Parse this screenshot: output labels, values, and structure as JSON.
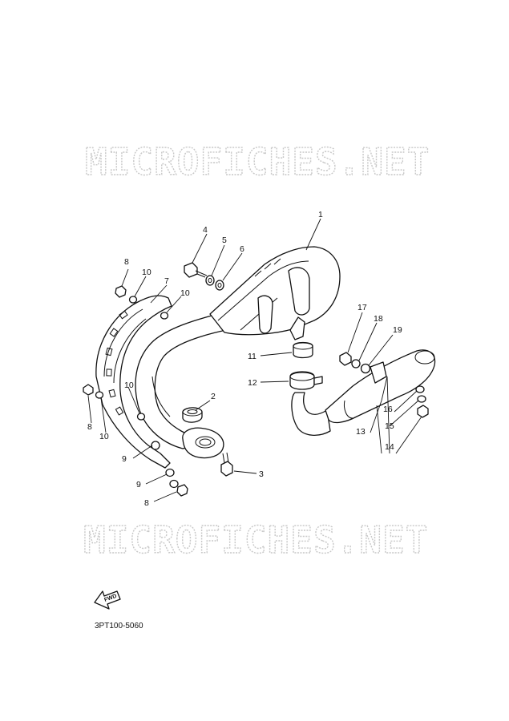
{
  "watermark": {
    "text": "MICROFICHES.NET"
  },
  "diagram_code": "3PT100-5060",
  "fwd_label": "FWD",
  "callouts": [
    {
      "id": "c1",
      "label": "1"
    },
    {
      "id": "c2",
      "label": "2"
    },
    {
      "id": "c3",
      "label": "3"
    },
    {
      "id": "c4",
      "label": "4"
    },
    {
      "id": "c5",
      "label": "5"
    },
    {
      "id": "c6",
      "label": "6"
    },
    {
      "id": "c7",
      "label": "7"
    },
    {
      "id": "c8a",
      "label": "8"
    },
    {
      "id": "c8b",
      "label": "8"
    },
    {
      "id": "c8c",
      "label": "8"
    },
    {
      "id": "c9a",
      "label": "9"
    },
    {
      "id": "c9b",
      "label": "9"
    },
    {
      "id": "c10a",
      "label": "10"
    },
    {
      "id": "c10b",
      "label": "10"
    },
    {
      "id": "c10c",
      "label": "10"
    },
    {
      "id": "c10d",
      "label": "10"
    },
    {
      "id": "c11",
      "label": "11"
    },
    {
      "id": "c12",
      "label": "12"
    },
    {
      "id": "c13",
      "label": "13"
    },
    {
      "id": "c14",
      "label": "14"
    },
    {
      "id": "c15",
      "label": "15"
    },
    {
      "id": "c16",
      "label": "16"
    },
    {
      "id": "c17",
      "label": "17"
    },
    {
      "id": "c18",
      "label": "18"
    },
    {
      "id": "c19",
      "label": "19"
    }
  ]
}
